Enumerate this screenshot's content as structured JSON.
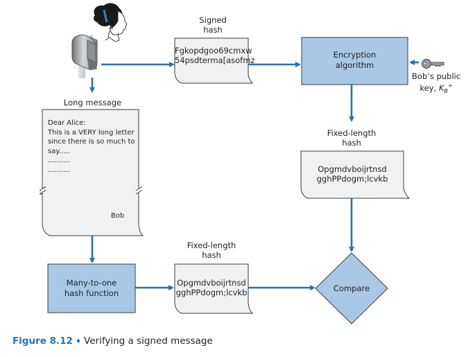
{
  "figure": {
    "number_label": "Figure 8.12",
    "separator": "♦",
    "title": "Verifying a signed message"
  },
  "colors": {
    "arrow": "#2872ad",
    "box_fill": "#a8c8e6",
    "doc_fill": "#f0f1f3",
    "caption_accent": "#1b75bb",
    "outline": "#3a3a3a"
  },
  "nodes": {
    "signed_hash": {
      "label_line1": "Signed",
      "label_line2": "hash",
      "text_line1": "Fgkopdgoo69cmxw",
      "text_line2": "54psdterma[asofmz"
    },
    "encryption": {
      "line1": "Encryption",
      "line2": "algorithm"
    },
    "public_key": {
      "line1": "Bob’s public",
      "line2_prefix": "key, ",
      "symbol": "K",
      "subscript": "B",
      "superscript": "+"
    },
    "decrypted_hash": {
      "label_line1": "Fixed-length",
      "label_line2": "hash",
      "text_line1": "Opgmdvboijrtnsd",
      "text_line2": "gghPPdogm;lcvkb"
    },
    "long_message": {
      "label": "Long message",
      "lines": [
        "Dear Alice:",
        "This is a VERY long letter",
        "since there is so much to",
        "say.....",
        "..........",
        ".........."
      ],
      "signature": "Bob"
    },
    "hash_function": {
      "line1": "Many-to-one",
      "line2": "hash function"
    },
    "computed_hash": {
      "label_line1": "Fixed-length",
      "label_line2": "hash",
      "text_line1": "Opgmdvboijrtnsd",
      "text_line2": "gghPPdogm;lcvkb"
    },
    "compare": {
      "label": "Compare"
    }
  }
}
